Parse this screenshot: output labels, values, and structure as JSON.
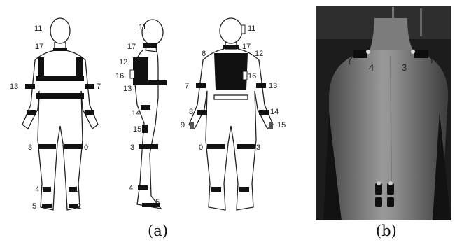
{
  "figure": {
    "panel_a": {
      "caption": "(a)",
      "front_labels": [
        "11",
        "17",
        "13",
        "7",
        "3",
        "0",
        "4",
        "1",
        "5",
        "2"
      ],
      "side_labels": [
        "11",
        "17",
        "12",
        "16",
        "13",
        "14",
        "15",
        "3",
        "4",
        "5"
      ],
      "back_labels": [
        "11",
        "6",
        "17",
        "12",
        "16",
        "7",
        "13",
        "8",
        "14",
        "9",
        "15",
        "0",
        "3"
      ]
    },
    "panel_b": {
      "caption": "(b)",
      "back_labels": [
        "4",
        "3"
      ]
    }
  }
}
